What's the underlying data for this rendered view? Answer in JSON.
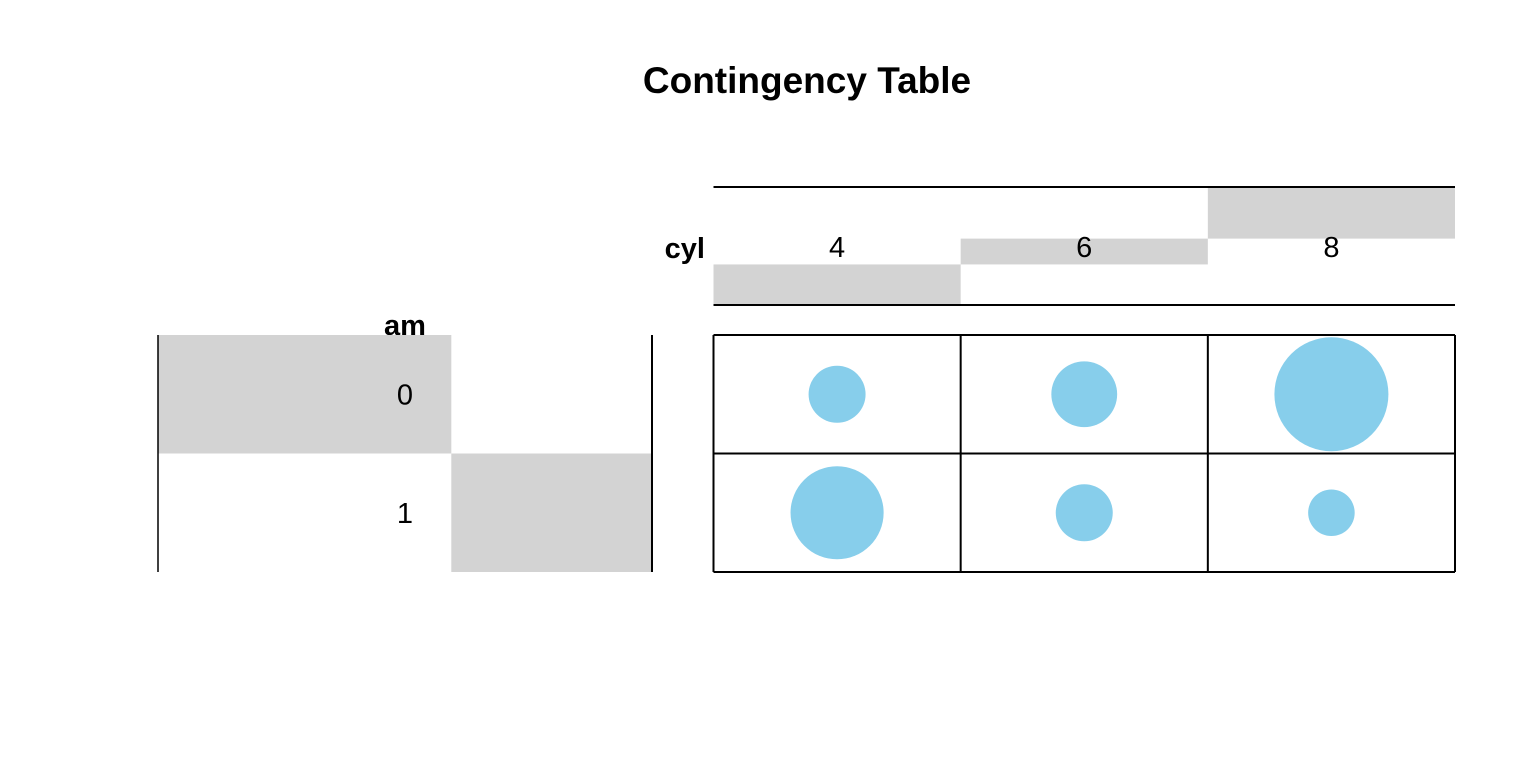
{
  "chart_data": {
    "type": "table",
    "title": "Contingency Table",
    "row_variable": "am",
    "column_variable": "cyl",
    "rows": [
      "0",
      "1"
    ],
    "columns": [
      "4",
      "6",
      "8"
    ],
    "counts": [
      [
        3,
        4,
        12
      ],
      [
        8,
        3,
        2
      ]
    ],
    "row_totals": [
      19,
      13
    ],
    "column_totals": [
      11,
      7,
      14
    ],
    "colors": {
      "bubble": "#87CEEB",
      "marginal_bar": "#D3D3D3",
      "lines": "#000000"
    }
  }
}
